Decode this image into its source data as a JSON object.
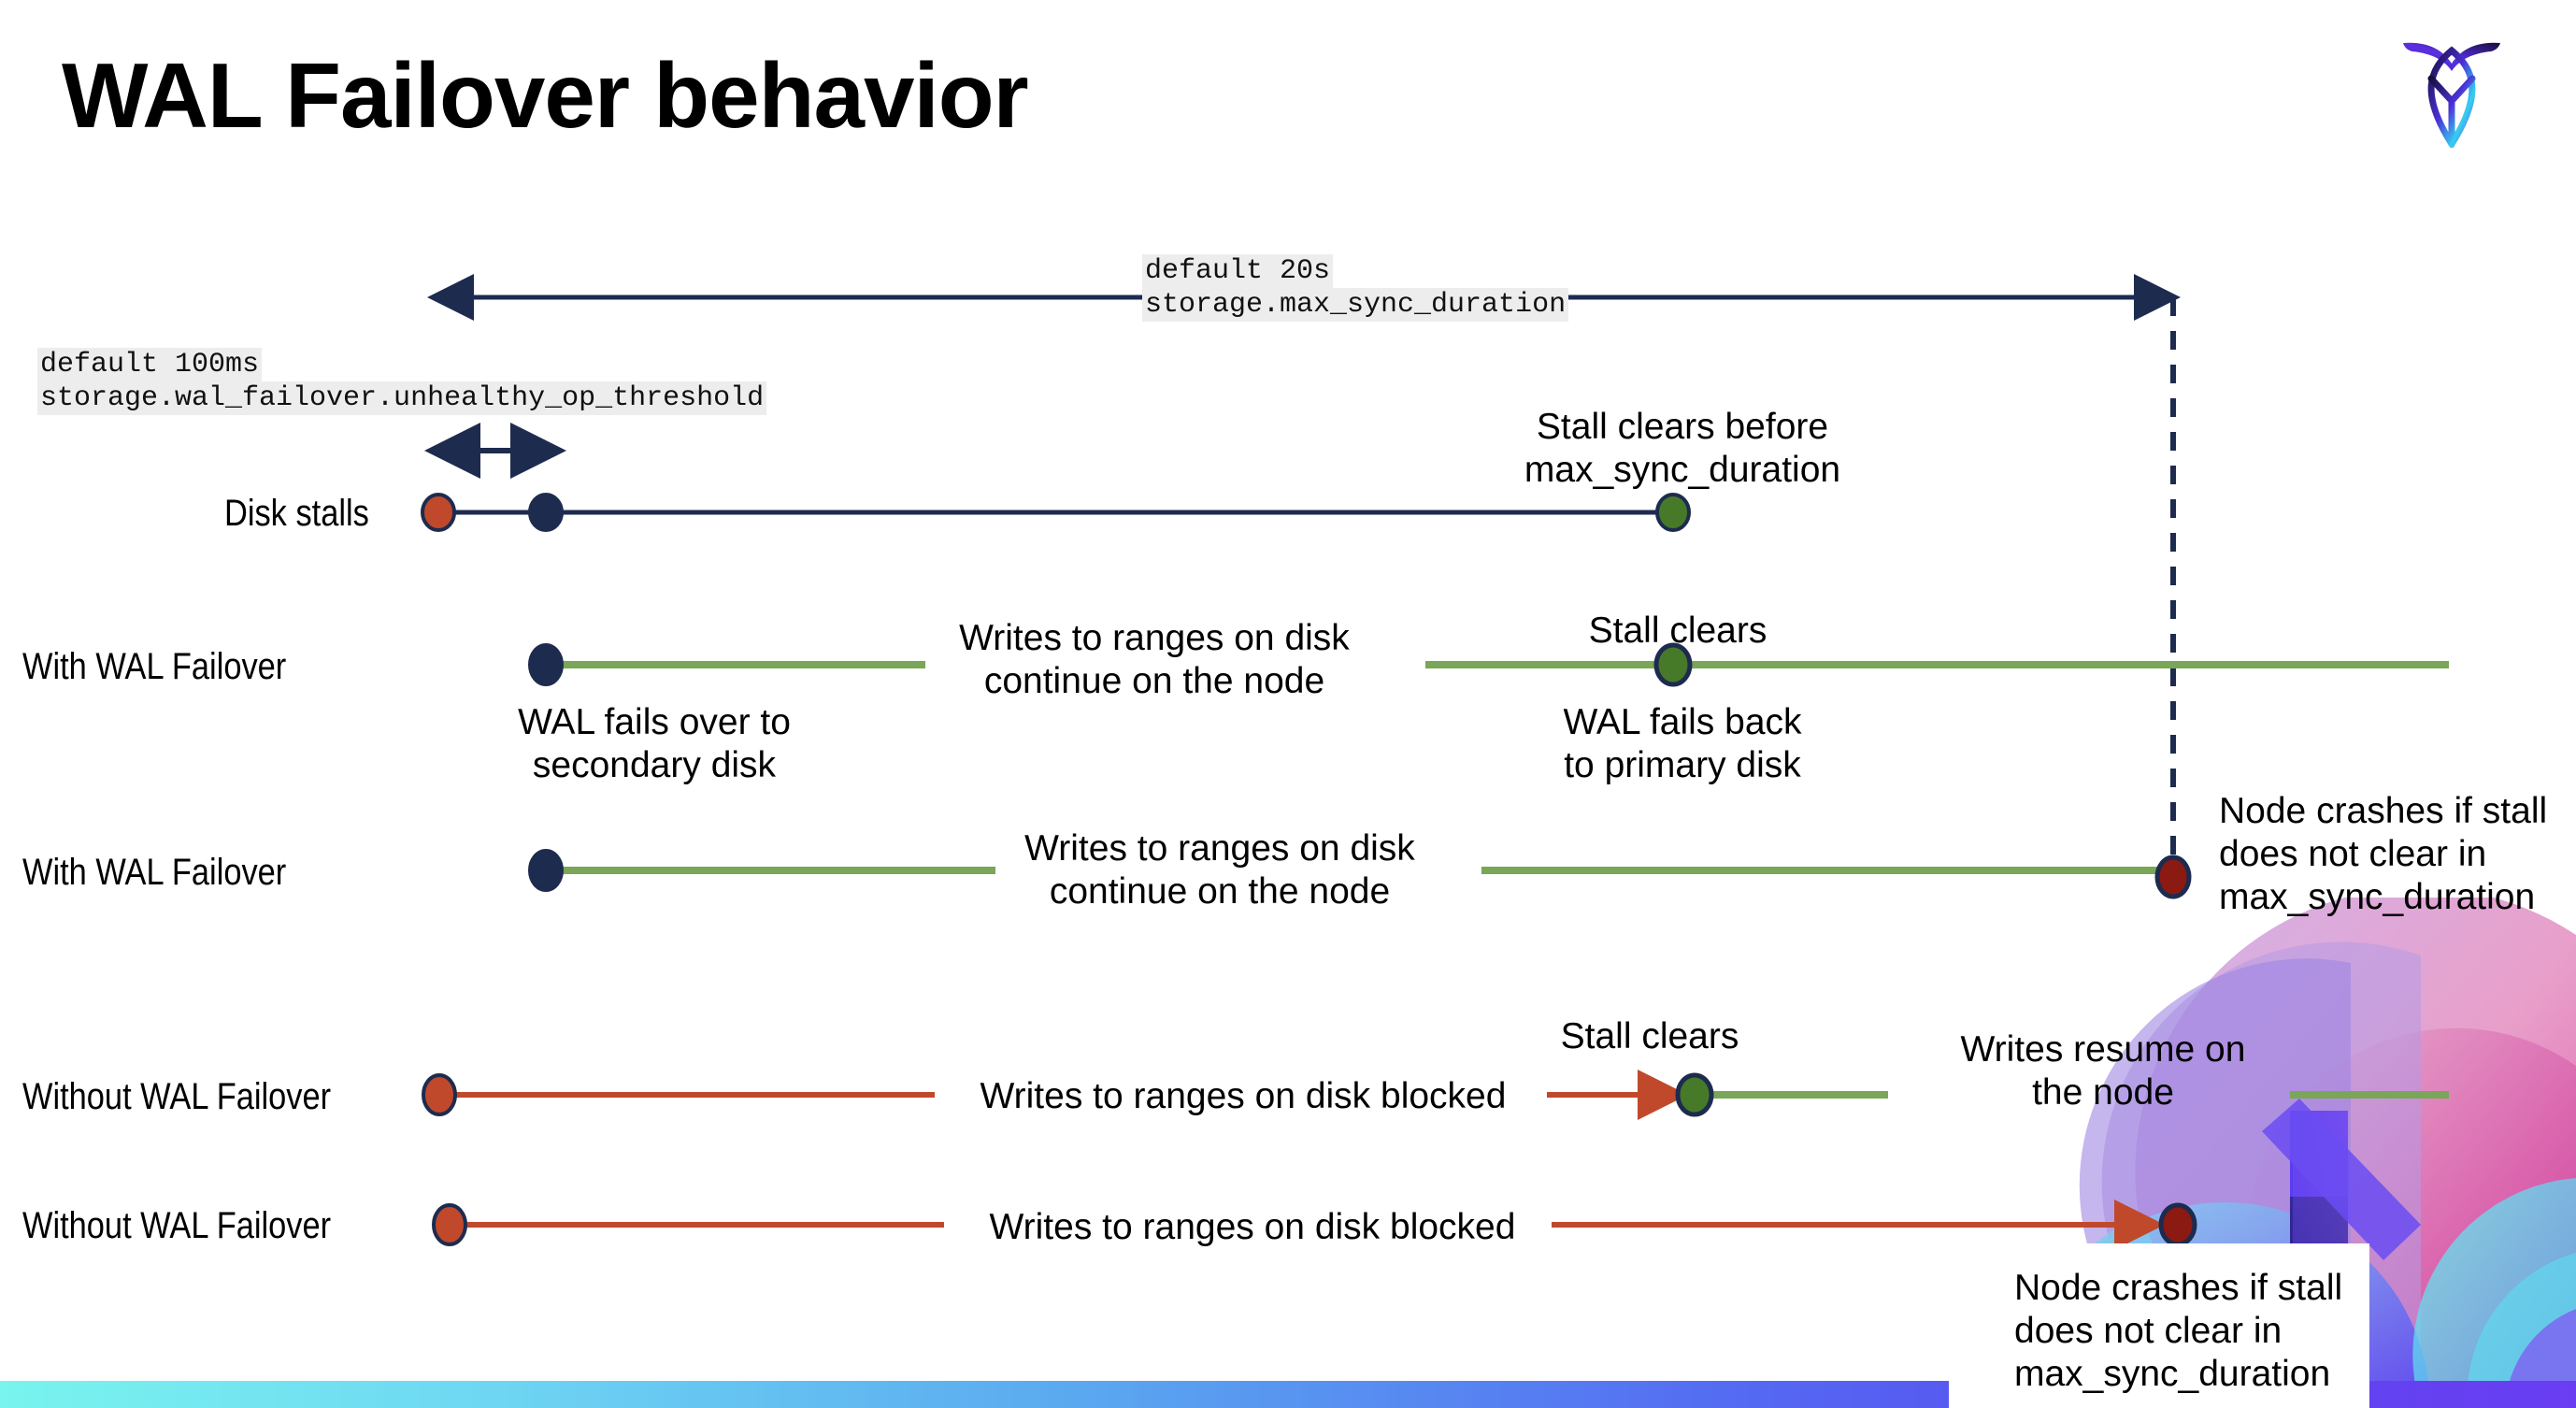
{
  "slide": {
    "title": "WAL Failover behavior",
    "logo_name": "cockroachdb-logo"
  },
  "annotations": {
    "top_cluster": {
      "default": "default 20s",
      "setting": "storage.max_sync_duration"
    },
    "left_cluster": {
      "default": "default 100ms",
      "setting": "storage.wal_failover.unhealthy_op_threshold"
    }
  },
  "rows": [
    {
      "label": "Disk stalls",
      "notes": [
        "Stall clears before\nmax_sync_duration"
      ]
    },
    {
      "label": "With WAL Failover",
      "notes": [
        "Writes to ranges on disk\ncontinue on the node",
        "Stall clears",
        "WAL fails over to\nsecondary disk",
        "WAL fails  back\nto primary disk"
      ]
    },
    {
      "label": "With WAL Failover",
      "notes": [
        "Writes to ranges on disk\ncontinue on the node",
        "Node crashes if stall\ndoes not clear in\nmax_sync_duration"
      ]
    },
    {
      "label": "Without WAL Failover",
      "notes": [
        "Writes to ranges on disk  blocked",
        "Stall clears",
        "Writes resume on\nthe node"
      ]
    },
    {
      "label": "Without WAL Failover",
      "notes": [
        "Writes to ranges on disk  blocked",
        "Node crashes if stall\ndoes not clear in\nmax_sync_duration"
      ]
    }
  ],
  "colors": {
    "navy": "#1d2b4f",
    "orange": "#c0492c",
    "green_dot": "#467a29",
    "green_line": "#79a657",
    "dark_red": "#8b1a12",
    "red_line": "#c0492c",
    "code_bg": "#ededed",
    "bar_gradient_start": "#79f4ee",
    "bar_gradient_end": "#6a3df2"
  }
}
